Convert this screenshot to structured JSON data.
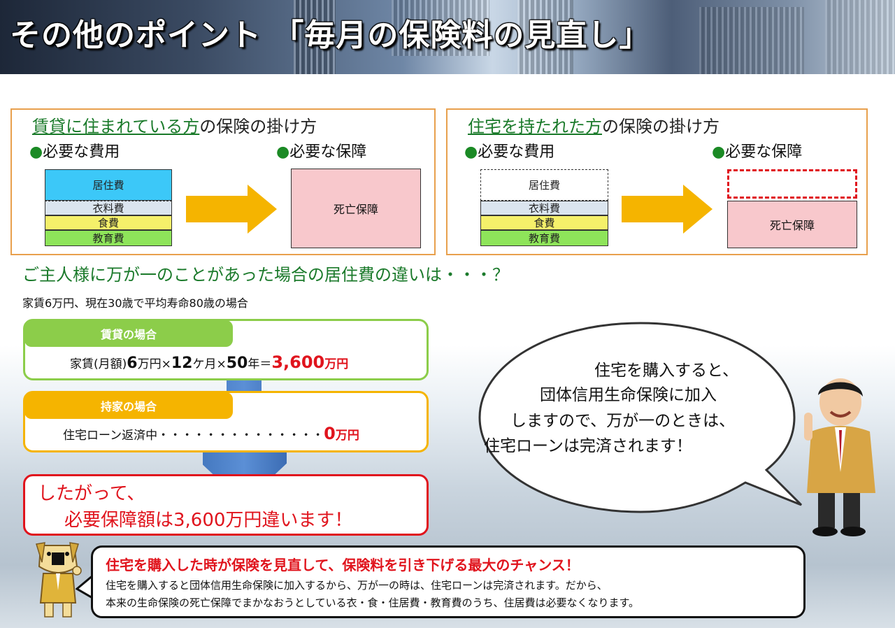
{
  "title": "その他のポイント 「毎月の保険料の見直し」",
  "rent_panel": {
    "title_underlined": "賃貸に住まれている方",
    "title_rest": "の保険の掛け方",
    "cost_label": "必要な費用",
    "coverage_label": "必要な保障",
    "items": [
      "居住費",
      "衣料費",
      "食費",
      "教育費"
    ],
    "coverage": "死亡保障"
  },
  "owner_panel": {
    "title_underlined": "住宅を持たれた方",
    "title_rest": "の保険の掛け方",
    "cost_label": "必要な費用",
    "coverage_label": "必要な保障",
    "items": [
      "居住費",
      "衣料費",
      "食費",
      "教育費"
    ],
    "coverage": "死亡保障"
  },
  "bullet": "●",
  "question": "ご主人様に万が一のことがあった場合の居住費の違いは・・・？",
  "condition": "家賃6万円、現在30歳で平均寿命80歳の場合",
  "rent_case": {
    "tab": "賃貸の場合",
    "prefix": "家賃(月額)",
    "n1": "6",
    "u1": "万円×",
    "n2": "12",
    "u2": "ケ月×",
    "n3": "50",
    "u3": "年＝",
    "total": "3,600",
    "total_unit": "万円"
  },
  "owner_case": {
    "tab": "持家の場合",
    "text": "住宅ローン返済中・・・・・・・・・・・・・・",
    "total": "0",
    "total_unit": "万円"
  },
  "conclusion": {
    "line1": "したがって、",
    "line2": "必要保障額は3,600万円違います！"
  },
  "speech": {
    "line1": "住宅を購入すると、",
    "line2": "団体信用生命保険に加入",
    "line3": "しますので、万が一のときは、",
    "line4": "住宅ローンは完済されます！"
  },
  "callout": {
    "headline": "住宅を購入した時が保険を見直して、保険料を引き下げる最大のチャンス！",
    "line1": "住宅を購入すると団体信用生命保険に加入するから、万が一の時は、住宅ローンは完済されます。だから、",
    "line2": "本来の生命保険の死亡保障でまかなおうとしている衣・食・住居費・教育費のうち、住居費は必要なくなります。"
  },
  "colors": {
    "residence": "#3cc8f8",
    "clothing": "#dbe5ef",
    "food": "#f5f06a",
    "education": "#8ee45a",
    "coverage": "#f8c8cc",
    "accent_red": "#e0141d",
    "green_text": "#1b7a2b",
    "rent_tab": "#8ccd4a",
    "owner_tab": "#f5b400"
  }
}
